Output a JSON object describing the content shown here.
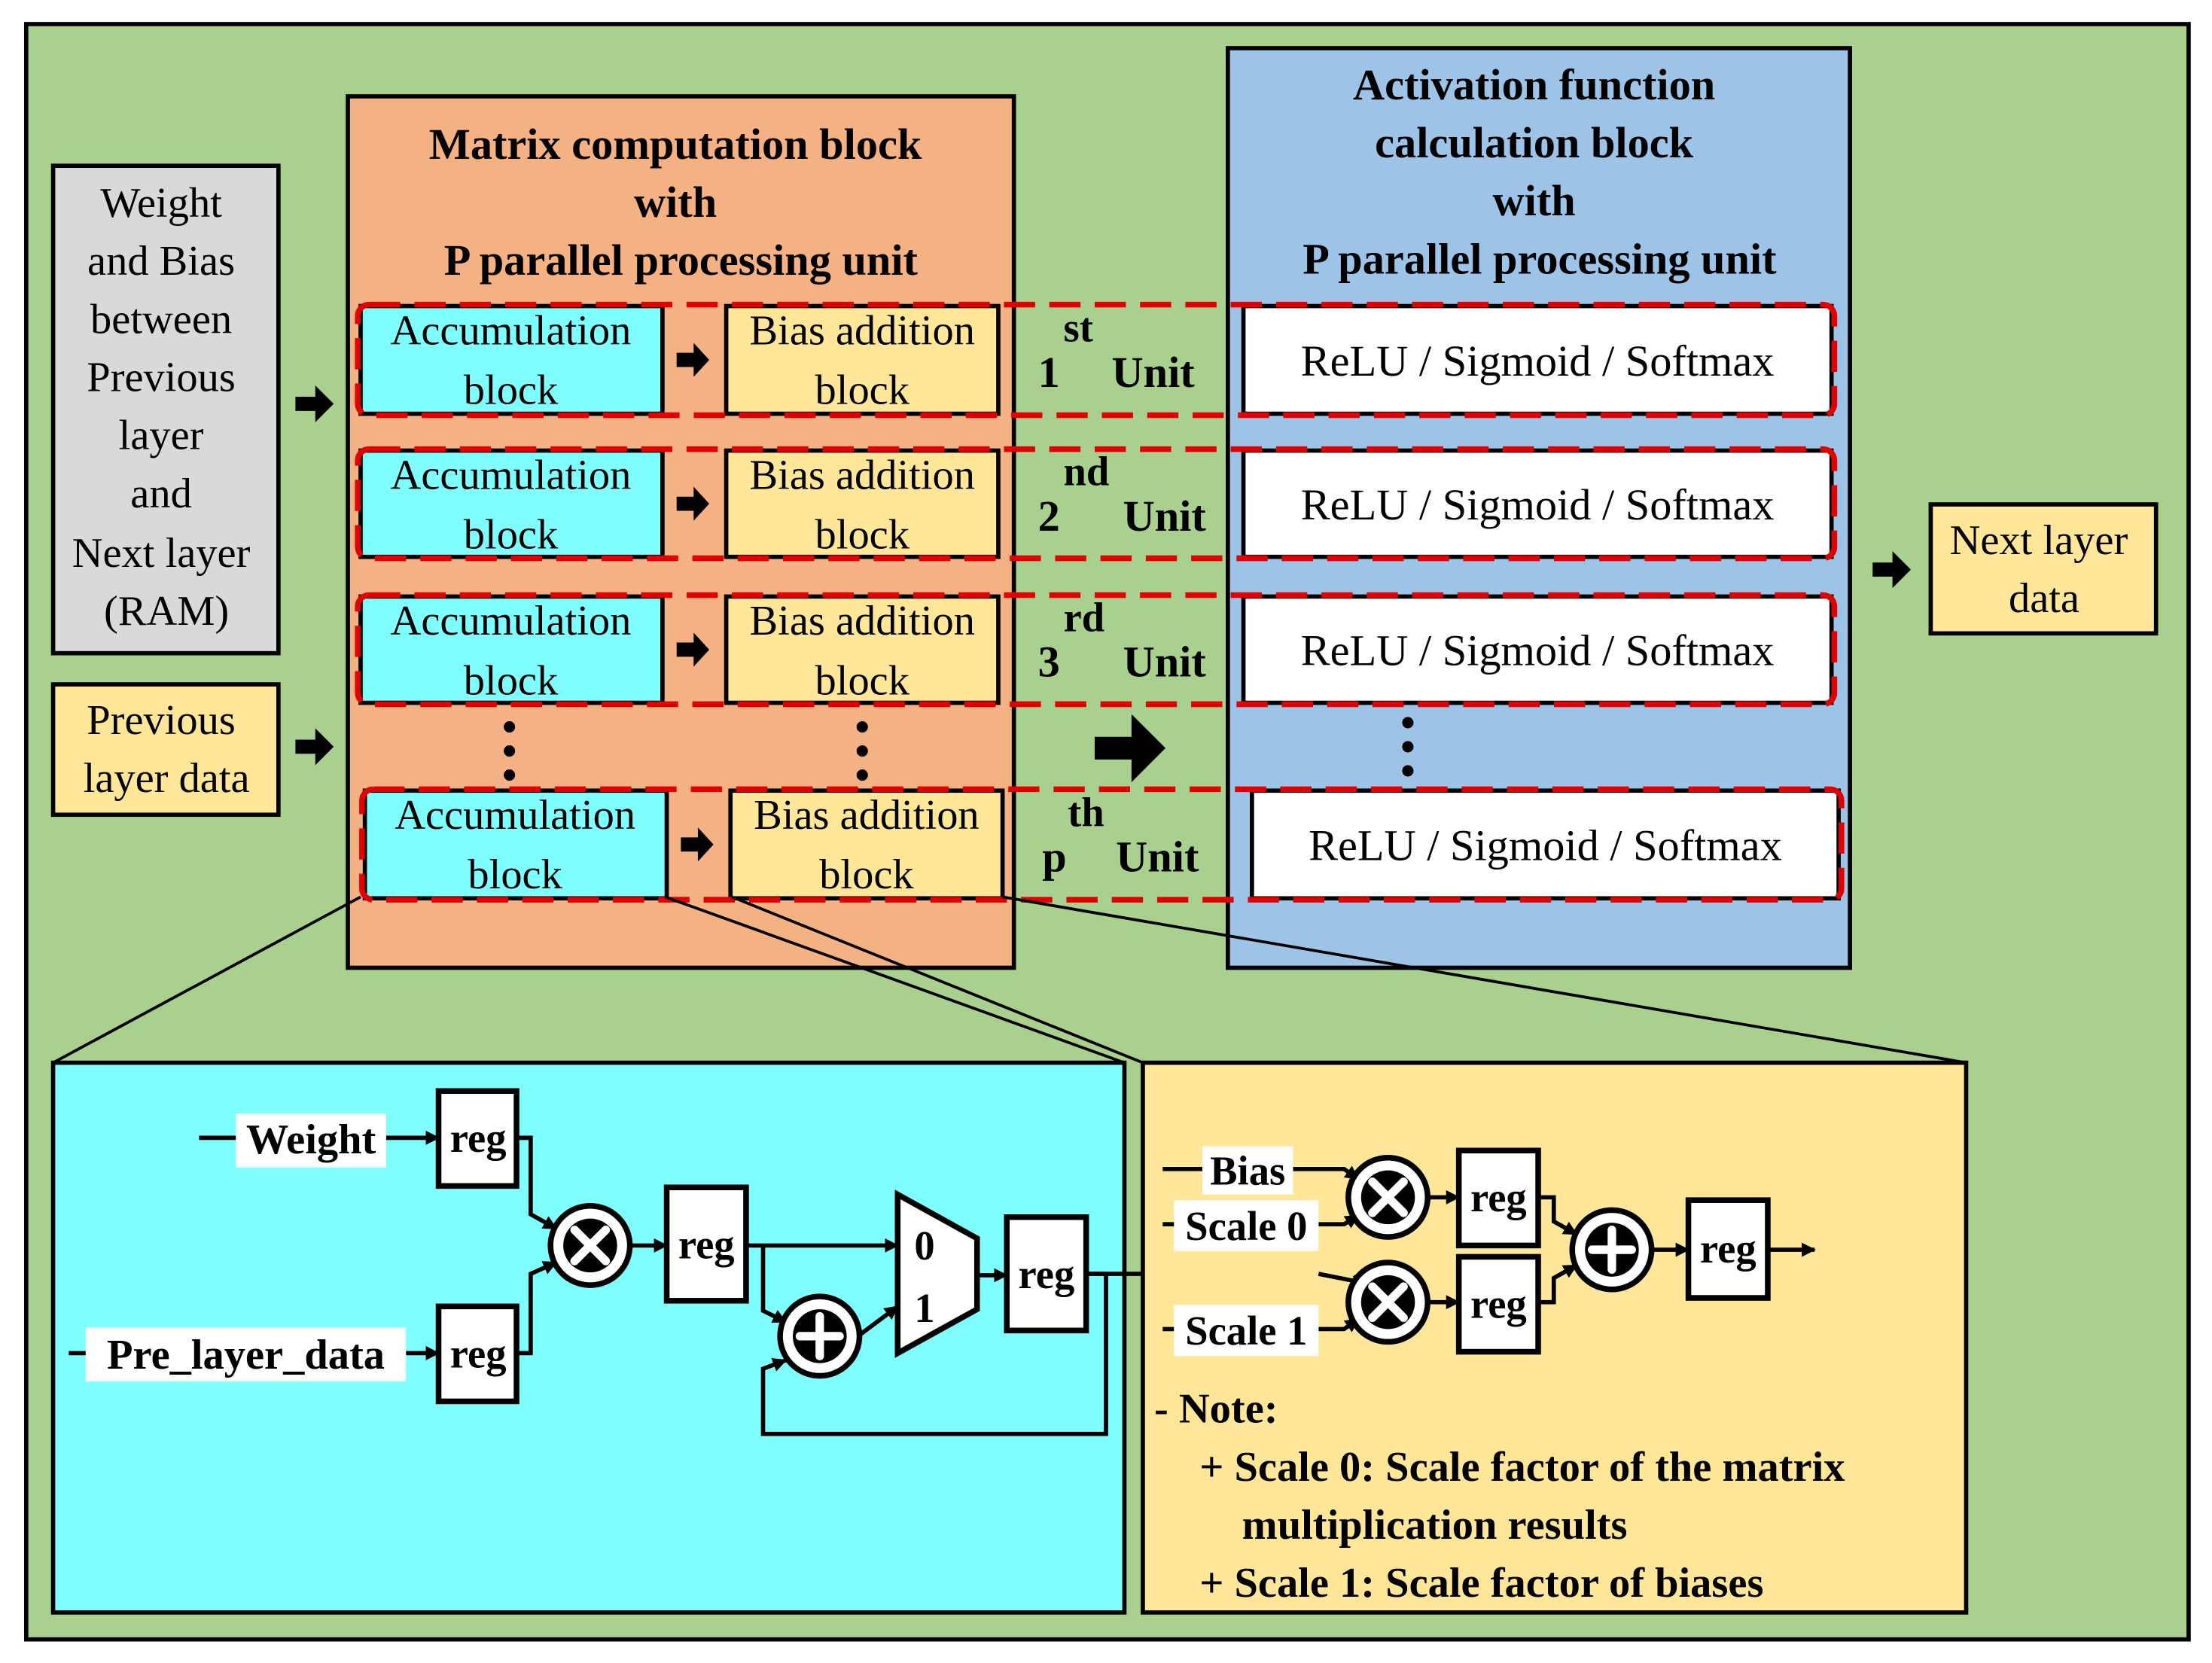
{
  "colors": {
    "outer_bg": "#a9d08e",
    "matrix_block": "#f4b183",
    "activation_block": "#9dc3e6",
    "ram_box": "#d9d9d9",
    "yellow": "#ffe699",
    "cyan": "#7fffff",
    "unit_dash": "#e00000"
  },
  "inputs": {
    "ram": [
      "Weight",
      "and Bias",
      "between",
      "Previous",
      "layer",
      "and",
      "Next layer",
      "(RAM)"
    ],
    "prev_data": [
      "Previous",
      "layer data"
    ]
  },
  "matrix_block": {
    "title": [
      "Matrix computation block",
      "with",
      "P parallel processing unit"
    ],
    "accum_label": [
      "Accumulation",
      "block"
    ],
    "bias_label": [
      "Bias addition",
      "block"
    ]
  },
  "activation_block": {
    "title": [
      "Activation function",
      "calculation block",
      "with",
      "P parallel processing unit"
    ],
    "func_label": "ReLU / Sigmoid / Softmax"
  },
  "units": [
    {
      "num": "1",
      "sup": "st",
      "word": "Unit"
    },
    {
      "num": "2",
      "sup": "nd",
      "word": "Unit"
    },
    {
      "num": "3",
      "sup": "rd",
      "word": "Unit"
    },
    {
      "num": "p",
      "sup": "th",
      "word": "Unit"
    }
  ],
  "output": [
    "Next layer",
    "data"
  ],
  "accum_detail": {
    "weight": "Weight",
    "pre_layer_data": "Pre_layer_data",
    "reg": "reg",
    "mux_0": "0",
    "mux_1": "1"
  },
  "bias_detail": {
    "bias": "Bias",
    "scale0": "Scale 0",
    "scale1": "Scale 1",
    "reg": "reg",
    "note_title": "- Note:",
    "note_lines": [
      "+ Scale 0: Scale factor of the matrix",
      "multiplication results",
      "+ Scale 1: Scale factor of biases"
    ]
  }
}
